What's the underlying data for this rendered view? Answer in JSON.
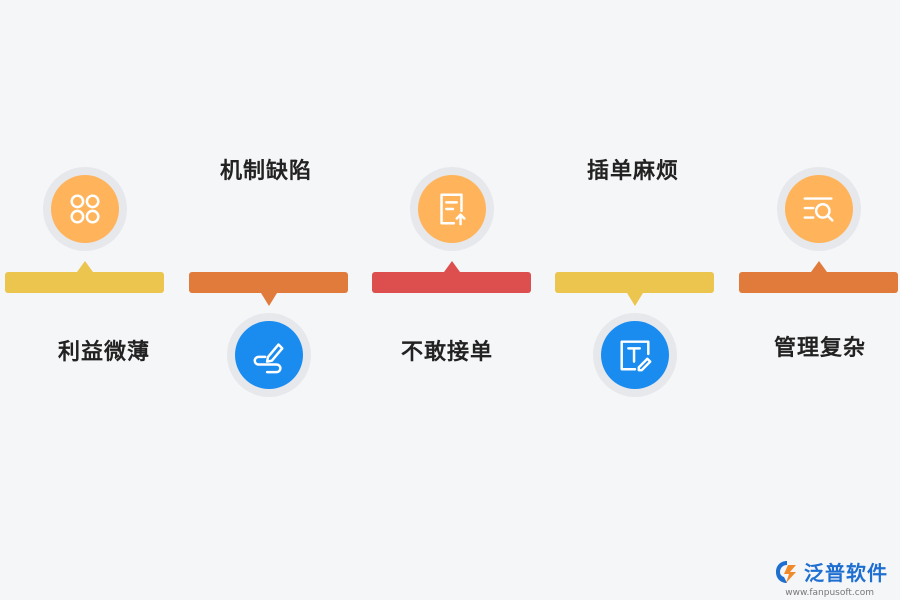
{
  "steps": [
    {
      "label": "利益微薄",
      "bar_color": "#ecc54e",
      "disc_color": "#ffb45c",
      "icon": "grid-circles-icon"
    },
    {
      "label": "机制缺陷",
      "bar_color": "#e07b3c",
      "disc_color": "#1a8cf0",
      "icon": "pen-scribble-icon"
    },
    {
      "label": "不敢接单",
      "bar_color": "#dd4e4e",
      "disc_color": "#ffb45c",
      "icon": "document-upload-icon"
    },
    {
      "label": "插单麻烦",
      "bar_color": "#ecc54e",
      "disc_color": "#1a8cf0",
      "icon": "text-edit-icon"
    },
    {
      "label": "管理复杂",
      "bar_color": "#e07b3c",
      "disc_color": "#ffb45c",
      "icon": "list-search-icon"
    }
  ],
  "logo": {
    "name": "泛普软件",
    "url": "www.fanpusoft.com",
    "icon": "fanpu-logo-icon"
  }
}
